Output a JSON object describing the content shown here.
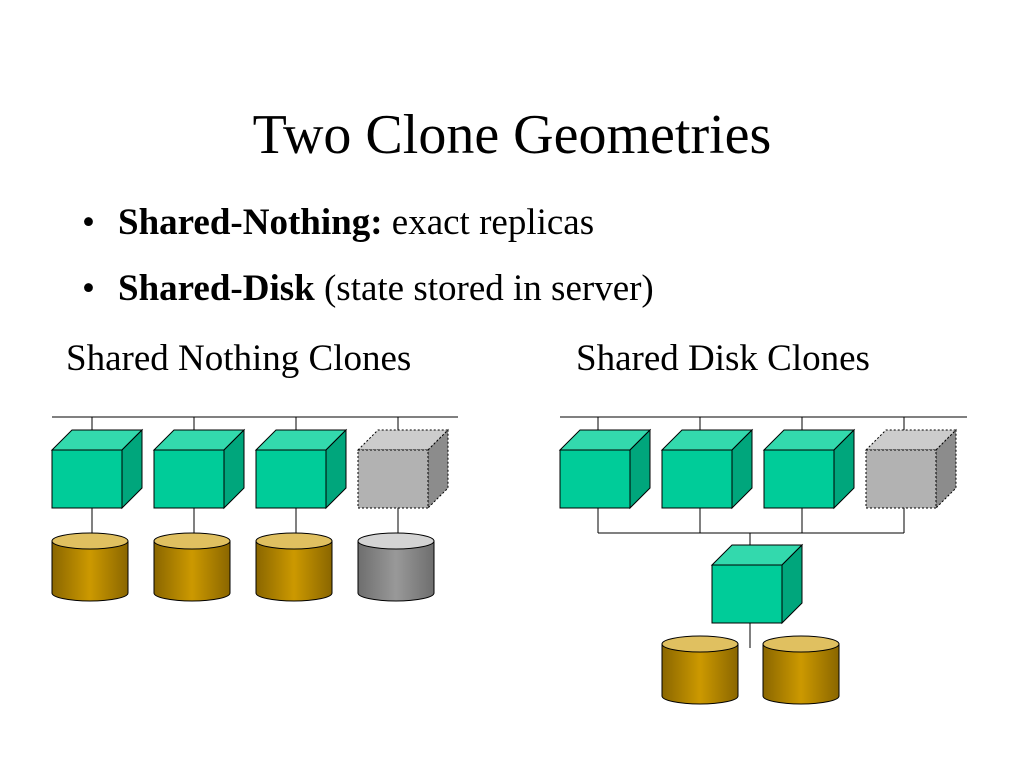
{
  "slide": {
    "title": "Two Clone Geometries",
    "bullets": [
      {
        "bold": "Shared-Nothing:",
        "rest": " exact replicas"
      },
      {
        "bold": "Shared-Disk",
        "rest": " (state stored in server)"
      }
    ]
  },
  "diagram": {
    "left_caption": "Shared Nothing Clones",
    "right_caption": "Shared Disk Clones",
    "shared_nothing": {
      "active_clones": 3,
      "spare_clones": 1,
      "disks_per_clone": 1
    },
    "shared_disk": {
      "active_clones": 3,
      "spare_clones": 1,
      "shared_servers": 1,
      "shared_disks": 2
    }
  },
  "colors": {
    "clone_front": "#00cc99",
    "clone_top": "#33d9ad",
    "clone_side": "#00a67c",
    "spare_front": "#b2b2b2",
    "spare_top": "#cccccc",
    "spare_side": "#8c8c8c",
    "disk_body": "#cc9900",
    "disk_top": "#e0c060",
    "spare_disk_body": "#999999",
    "spare_disk_top": "#d4d4d4"
  }
}
